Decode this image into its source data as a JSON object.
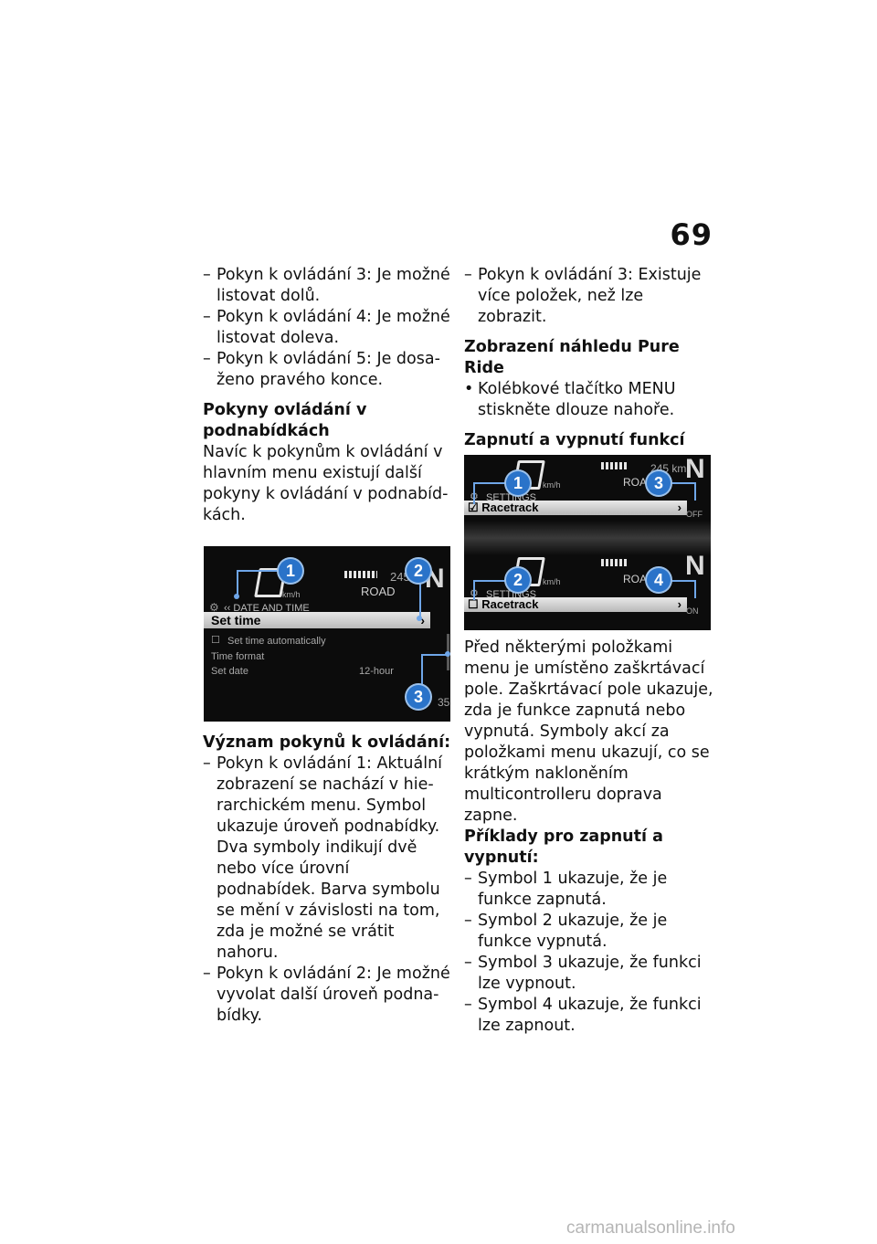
{
  "page_number": "69",
  "left_column": {
    "intro_items": [
      "Pokyn k ovládání 3: Je možné listovat dolů.",
      "Pokyn k ovládání 4: Je možné listovat doleva.",
      "Pokyn k ovládání 5: Je dosa­ženo pravého konce."
    ],
    "heading_1": "Pokyny ovládání v podnabídkách",
    "paragraph_1": "Navíc k pokynům k ovládání v hlavním menu existují další pokyny k ovládání v podnabíd­kách.",
    "screen1": {
      "header": "‹‹ DATE AND TIME",
      "speed_unit": "km/h",
      "mode": "ROAD",
      "range": "245",
      "gear": "N",
      "selected_item": "Set time",
      "items": [
        "Set time automatically",
        "Time format",
        "Set date"
      ],
      "set_date_value": "12-hour",
      "edge_value": "35",
      "callouts": [
        "1",
        "2",
        "3"
      ]
    },
    "heading_2": "Význam pokynů k ovládání:",
    "meaning_items": [
      "Pokyn k ovládání 1: Aktuální zobrazení se nachází v hie­rarchickém menu. Symbol ukazuje úroveň podnabídky. Dva symboly indikují dvě nebo více úrovní podnabídek. Barva symbolu se mění v závislosti na tom, zda je možné se vrátit nahoru.",
      "Pokyn k ovládání 2: Je možné vyvolat další úroveň podna­bídky."
    ]
  },
  "right_column": {
    "intro_items": [
      "Pokyn k ovládání 3: Existuje více položek, než lze zobrazit."
    ],
    "heading_1": "Zobrazení náhledu Pure Ride",
    "bullet_1": "Kolébkové tlačítko MENU stiskněte dlouze nahoře.",
    "heading_2": "Zapnutí a vypnutí funkcí",
    "screen2": {
      "header": "SETTINGS",
      "speed_unit": "km/h",
      "mode": "ROAD",
      "range": "245 km",
      "gear": "N",
      "item": "Racetrack",
      "state_top": "OFF",
      "state_bottom": "ON",
      "callouts": [
        "1",
        "3",
        "2",
        "4"
      ]
    },
    "paragraph_1": "Před některými položkami menu je umístěno zaškrtávací pole. Zaškrtávací pole ukazuje, zda je funkce zapnutá nebo vypnutá. Symboly akcí za položkami menu ukazují, co se krátkým nakloněním multicontrolleru doprava zapne.",
    "heading_3": "Příklady pro zapnutí a vypnutí:",
    "example_items": [
      "Symbol 1 ukazuje, že je funkce zapnutá.",
      "Symbol 2 ukazuje, že je funkce vypnutá.",
      "Symbol 3 ukazuje, že funkci lze vypnout.",
      "Symbol 4 ukazuje, že funkci lze zapnout."
    ]
  },
  "watermark": "carmanualsonline.info",
  "colors": {
    "callout": "#2a73c9",
    "leader": "#6fa6e8",
    "screen_bg": "#0c0c0c"
  },
  "icons": {
    "dash_marker": "–",
    "bullet_marker": "•",
    "gear_icon": "⚙",
    "checkbox_checked": "☑",
    "checkbox_empty": "☐",
    "arrow_right": "›"
  }
}
